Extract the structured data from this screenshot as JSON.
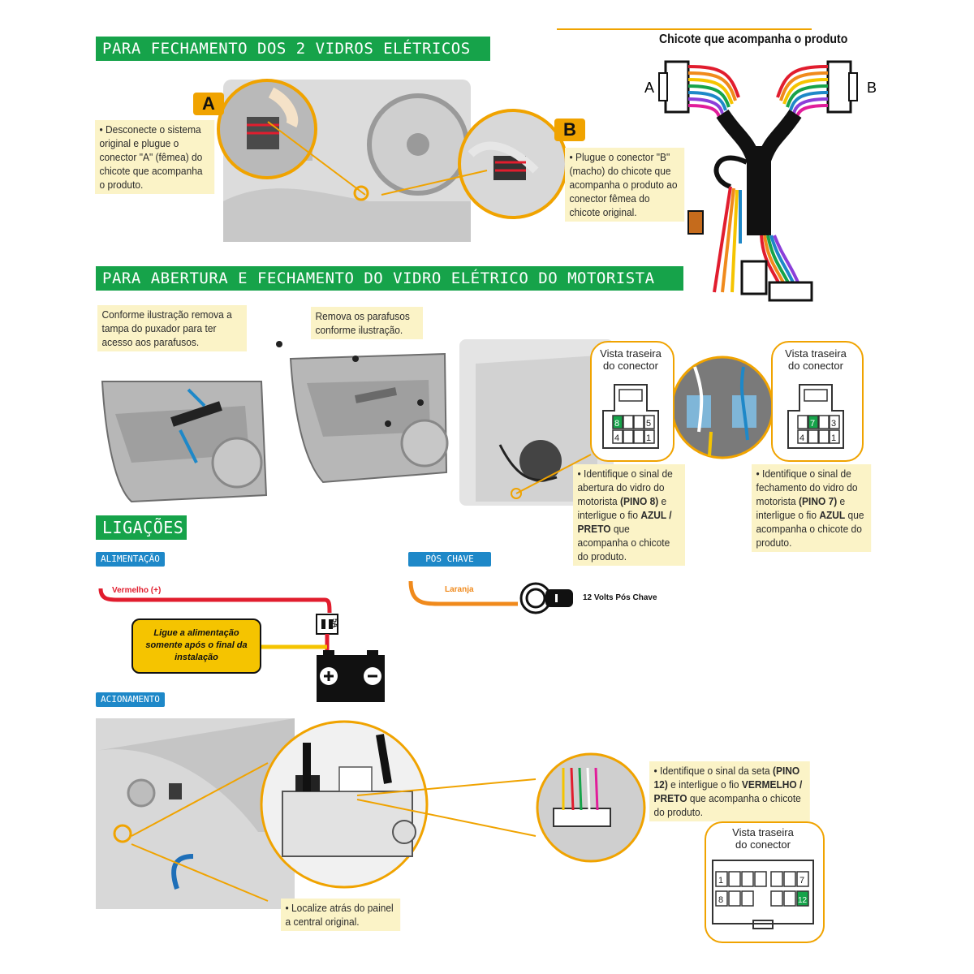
{
  "sections": {
    "fechamento": "PARA FECHAMENTO DOS 2 VIDROS ELÉTRICOS",
    "abertura": "PARA ABERTURA E FECHAMENTO DO VIDRO ELÉTRICO DO MOTORISTA",
    "ligacoes": "LIGAÇÕES"
  },
  "harness": {
    "title": "Chicote que acompanha o produto",
    "label_a": "A",
    "label_b": "B"
  },
  "connectors": {
    "a": "A",
    "b": "B"
  },
  "notes": {
    "desconecte": "• Desconecte o sistema original e plugue o conector \"A\" (fêmea) do chicote que acompanha o produto.",
    "plugue": "• Plugue o conector \"B\" (macho) do chicote que acompanha o produto ao conector fêmea do chicote original.",
    "conforme": "Conforme ilustração remova a tampa do puxador para ter acesso aos parafusos.",
    "remova": "Remova os parafusos conforme ilustração.",
    "localize": "• Localize atrás do painel a central original."
  },
  "note_pino8": {
    "p1": "• Identifique o sinal de abertura do vidro do motorista ",
    "b1": "(PINO 8)",
    "p2": " e interligue o fio ",
    "b2": "AZUL / PRETO",
    "p3": " que acompanha o chicote do produto."
  },
  "note_pino7": {
    "p1": "• Identifique o sinal de fechamento do vidro do motorista ",
    "b1": "(PINO 7)",
    "p2": " e interligue o fio ",
    "b2": "AZUL",
    "p3": " que acompanha o chicote do produto."
  },
  "note_pino12": {
    "p1": "• Identifique o sinal da seta ",
    "b1": "(PINO 12)",
    "p2": " e interligue o fio ",
    "b2": "VERMELHO / PRETO",
    "p3": " que acompanha o chicote do produto."
  },
  "vista": {
    "line1": "Vista traseira",
    "line2": "do conector"
  },
  "pins_door": {
    "p8": "8",
    "p5": "5",
    "p4": "4",
    "p1": "1",
    "p7": "7",
    "p3": "3"
  },
  "pins_central": {
    "p1": "1",
    "p7": "7",
    "p8": "8",
    "p12": "12"
  },
  "wiring": {
    "alimentacao": "ALIMENTAÇÃO",
    "pos_chave": "PÓS CHAVE",
    "acionamento": "ACIONAMENTO",
    "vermelho": "Vermelho (+)",
    "laranja": "Laranja",
    "volts": "12 Volts Pós Chave",
    "fuse": "5A",
    "warning": "Ligue a alimentação somente após o final da instalação"
  },
  "colors": {
    "green_banner": "#16a34a",
    "note_bg": "#fbf3c7",
    "accent_orange": "#f0a300",
    "wire_red": "#e11d2e",
    "wire_orange": "#f08a1c",
    "wire_yellow": "#f5c400",
    "pill_blue": "#1e88c8",
    "pin_green": "#16a34a"
  }
}
